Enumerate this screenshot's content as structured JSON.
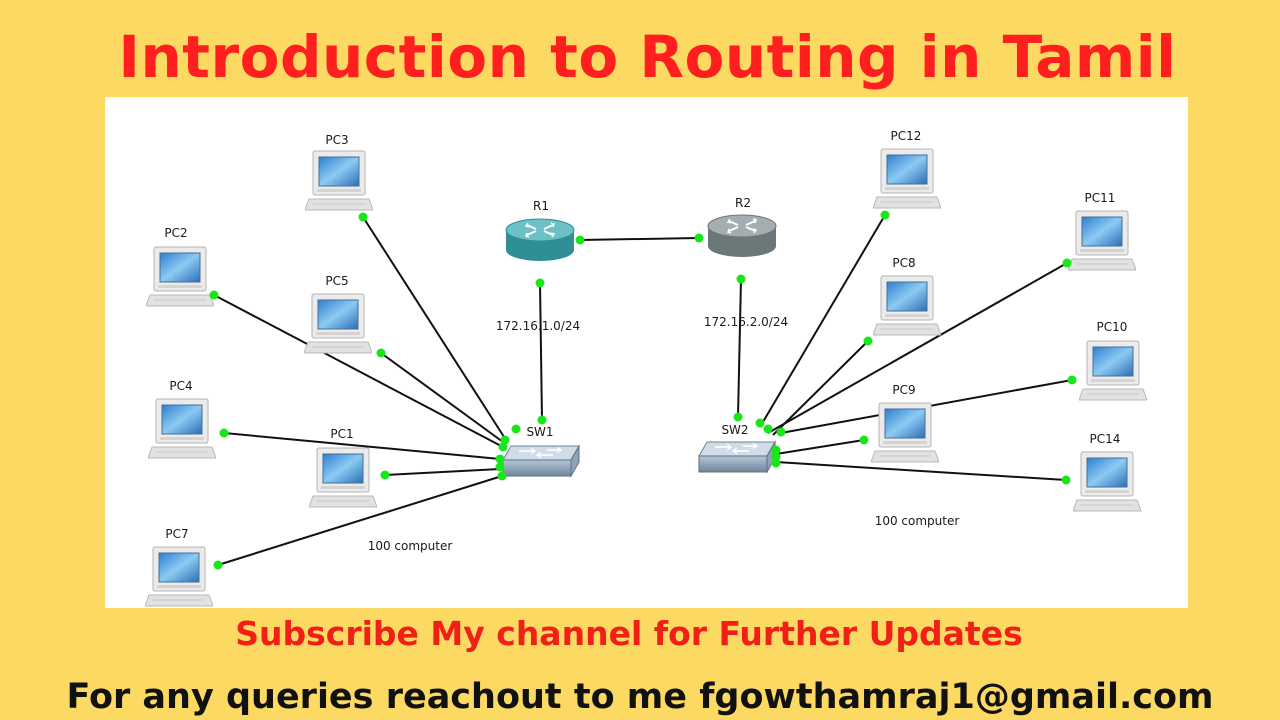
{
  "title": "Introduction to Routing in Tamil",
  "subscribe": "Subscribe My channel for Further Updates",
  "queries": "For any queries reachout to me fgowthamraj1@gmail.com",
  "colors": {
    "background": "#fbd962",
    "title": "#ff1f1f",
    "subscribe": "#f02018",
    "link_dot": "#19e619",
    "router_left": "#3a9ea3",
    "router_right": "#7e8a8c"
  },
  "diagram": {
    "routers": [
      {
        "label": "R1",
        "icon": "router-icon"
      },
      {
        "label": "R2",
        "icon": "router-icon"
      }
    ],
    "switches": [
      {
        "label": "SW1",
        "icon": "switch-icon"
      },
      {
        "label": "SW2",
        "icon": "switch-icon"
      }
    ],
    "networks": [
      "172.16.1.0/24",
      "172.16.2.0/24"
    ],
    "notes": [
      "100 computer",
      "100 computer"
    ],
    "pcs": [
      {
        "label": "PC3",
        "icon": "pc-icon",
        "switch": "SW1"
      },
      {
        "label": "PC2",
        "icon": "pc-icon",
        "switch": "SW1"
      },
      {
        "label": "PC5",
        "icon": "pc-icon",
        "switch": "SW1"
      },
      {
        "label": "PC4",
        "icon": "pc-icon",
        "switch": "SW1"
      },
      {
        "label": "PC1",
        "icon": "pc-icon",
        "switch": "SW1"
      },
      {
        "label": "PC7",
        "icon": "pc-icon",
        "switch": "SW1"
      },
      {
        "label": "PC12",
        "icon": "pc-icon",
        "switch": "SW2"
      },
      {
        "label": "PC11",
        "icon": "pc-icon",
        "switch": "SW2"
      },
      {
        "label": "PC8",
        "icon": "pc-icon",
        "switch": "SW2"
      },
      {
        "label": "PC10",
        "icon": "pc-icon",
        "switch": "SW2"
      },
      {
        "label": "PC9",
        "icon": "pc-icon",
        "switch": "SW2"
      },
      {
        "label": "PC14",
        "icon": "pc-icon",
        "switch": "SW2"
      }
    ]
  }
}
